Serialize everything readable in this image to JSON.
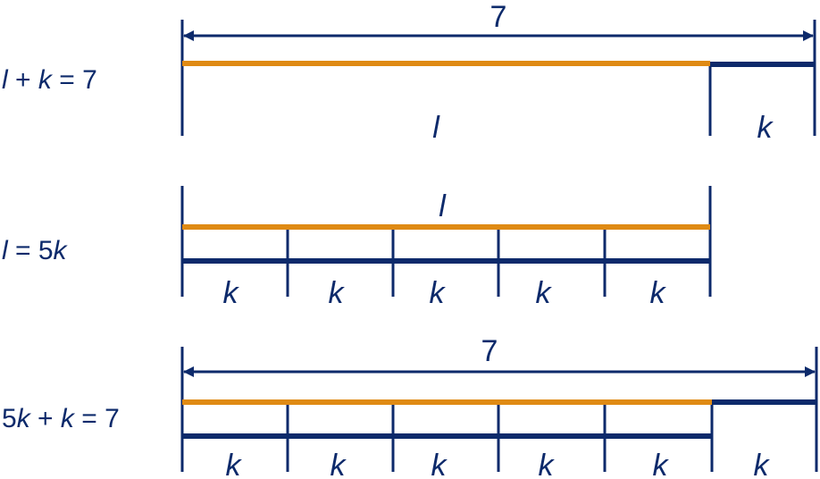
{
  "colors": {
    "navy": "#0d2a6b",
    "orange": "#df8a14"
  },
  "row1": {
    "equation": "l + k = 7",
    "total_label": "7",
    "l_label": "l",
    "k_label": "k"
  },
  "row2": {
    "equation": "l = 5k",
    "l_label": "l",
    "k_labels": [
      "k",
      "k",
      "k",
      "k",
      "k"
    ]
  },
  "row3": {
    "equation": "5k + k = 7",
    "total_label": "7",
    "k_labels": [
      "k",
      "k",
      "k",
      "k",
      "k",
      "k"
    ]
  }
}
